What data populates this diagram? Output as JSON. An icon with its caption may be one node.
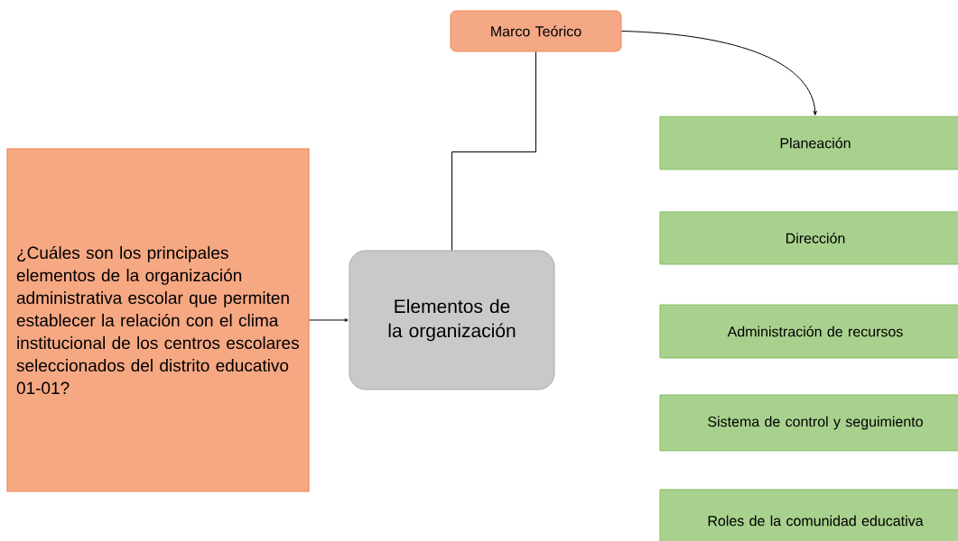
{
  "diagram": {
    "nodes": [
      {
        "text": [
          "¿Cuáles son los principales elementos de la organización administrativa escolar que permiten establecer la relación con el clima institucional de los centros escolares seleccionados del distrito educativo 01-01?"
        ]
      },
      {
        "text": [
          "Elementos de la organización"
        ]
      },
      {
        "text": [
          "Marco Teórico"
        ]
      },
      {
        "text": [
          "Planeación"
        ]
      },
      {
        "text": [
          "Dirección"
        ]
      },
      {
        "text": [
          "Administración de recursos"
        ]
      },
      {
        "text": [
          "Sistema de control y seguimiento"
        ]
      },
      {
        "text": [
          "Roles de la comunidad educativa"
        ]
      }
    ],
    "edges": [
      {
        "from": 0,
        "to": 1,
        "arrow": "to"
      },
      {
        "from": 2,
        "to": 1,
        "arrow": "none"
      },
      {
        "from": 2,
        "to": 3,
        "arrow": "to"
      }
    ]
  }
}
